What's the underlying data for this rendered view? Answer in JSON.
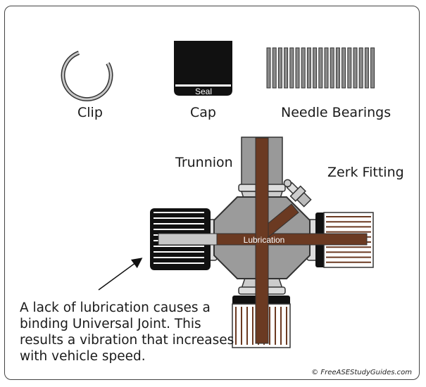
{
  "labels": {
    "clip": "Clip",
    "cap": "Cap",
    "seal": "Seal",
    "needle_bearings": "Needle Bearings",
    "trunnion": "Trunnion",
    "zerk_fitting": "Zerk Fitting",
    "lubrication": "Lubrication"
  },
  "caption": {
    "line1": "A lack of lubrication causes a",
    "line2": "binding Universal Joint. This",
    "line3": "results a vibration that increases",
    "line4": "with vehicle speed."
  },
  "copyright": "© FreeASEStudyGuides.com",
  "colors": {
    "lubrication_brown": "#6b3a22",
    "body_gray": "#9b9b9b",
    "cap_black": "#111111",
    "bearing_gray": "#8a8a8a"
  },
  "icons": [
    "clip-icon",
    "cap-icon",
    "needle-bearings-icon",
    "universal-joint-icon",
    "zerk-fitting-icon",
    "pointer-arrow-icon"
  ]
}
